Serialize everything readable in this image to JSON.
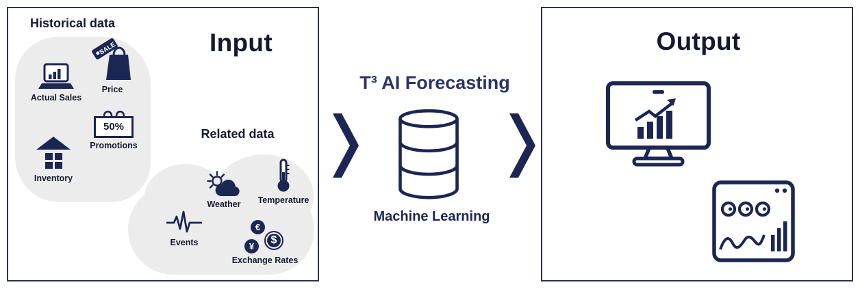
{
  "left_panel": {
    "historical_label": "Historical data",
    "input_title": "Input",
    "related_label": "Related data",
    "historical_items": {
      "actual_sales": "Actual Sales",
      "price": "Price",
      "sale_tag": "SALE",
      "promotions": "Promotions",
      "promotions_badge": "50%",
      "inventory": "Inventory"
    },
    "related_items": {
      "weather": "Weather",
      "temperature": "Temperature",
      "events": "Events",
      "exchange_rates": "Exchange Rates",
      "currency_euro": "€",
      "currency_dollar": "$",
      "currency_yen": "¥"
    }
  },
  "middle": {
    "title": "T³ AI Forecasting",
    "ml_label": "Machine Learning"
  },
  "right_panel": {
    "output_title": "Output"
  },
  "colors": {
    "navy": "#1b2653",
    "heading": "#14192e",
    "title_navy": "#2a3468",
    "panel_gray": "#ececec"
  }
}
